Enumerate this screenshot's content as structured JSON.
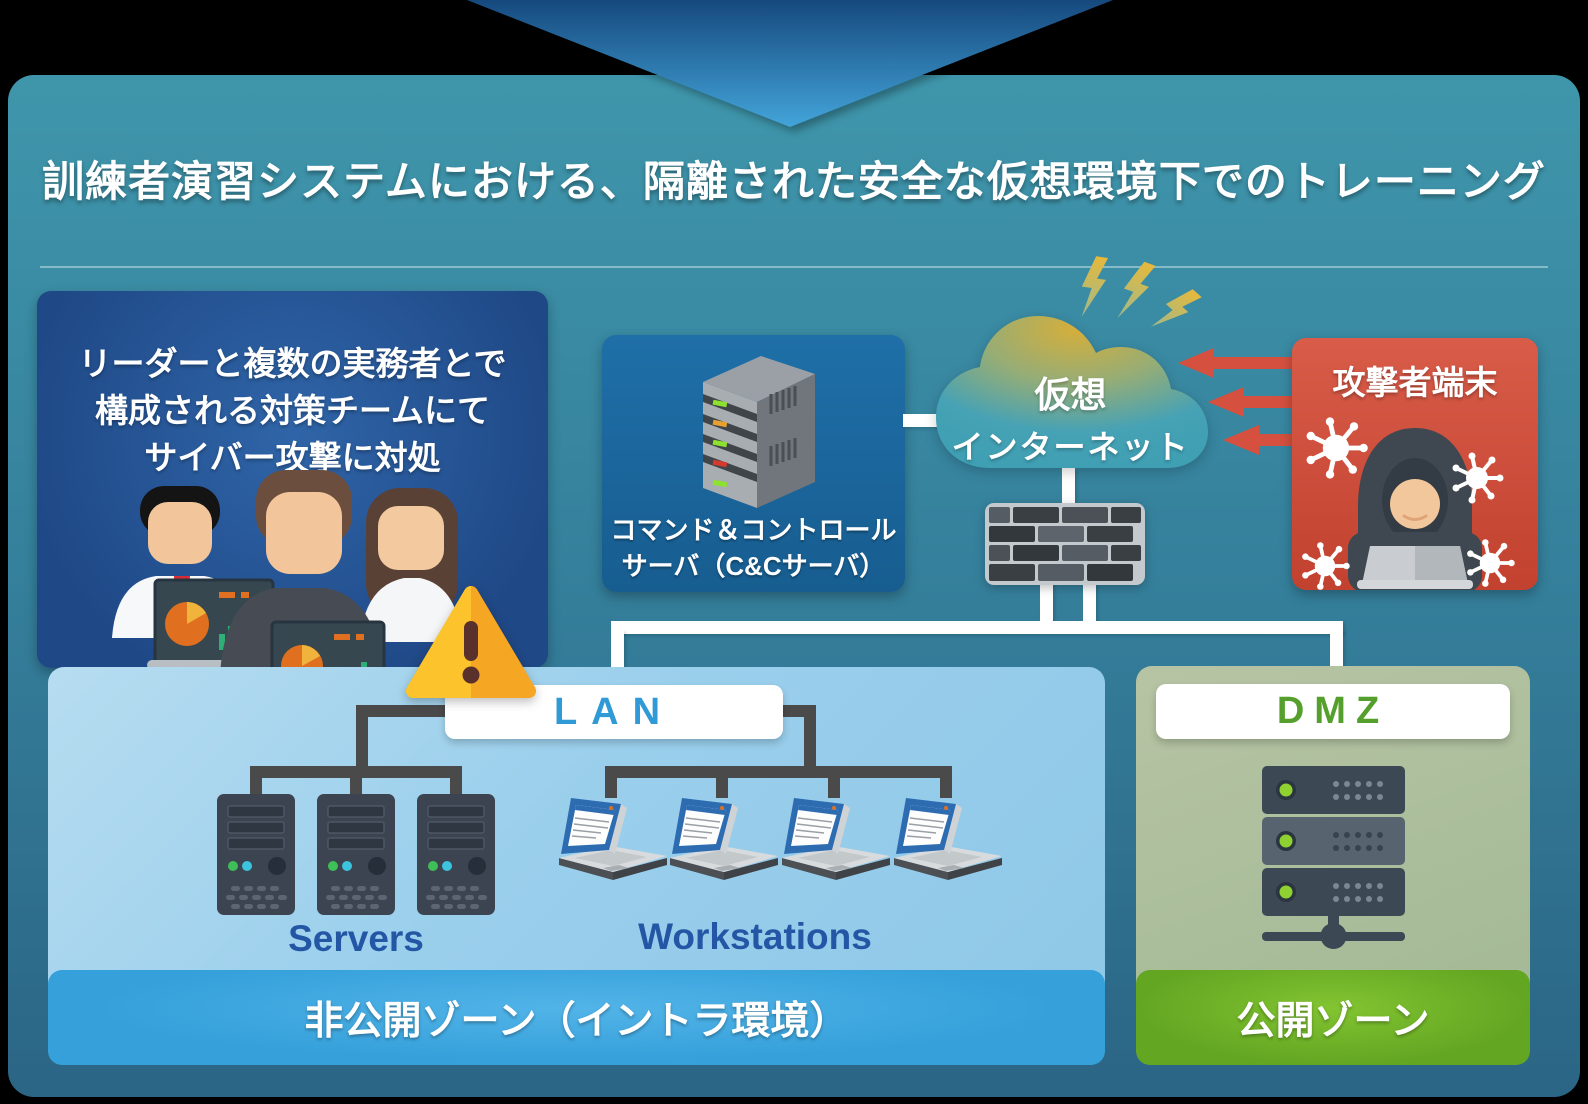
{
  "title": "訓練者演習システムにおける、隔離された安全な仮想環境下でのトレーニング",
  "team_box": {
    "lines": [
      "リーダーと複数の実務者とで",
      "構成される対策チームにて",
      "サイバー攻撃に対処"
    ]
  },
  "cnc_box": {
    "line1": "コマンド＆コントロール",
    "line2": "サーバ（C&Cサーバ）"
  },
  "cloud": {
    "line1": "仮想",
    "line2": "インターネット"
  },
  "attacker": {
    "title": "攻撃者端末"
  },
  "lan": {
    "label": "LAN",
    "servers_caption": "Servers",
    "workstations_caption": "Workstations",
    "zone_caption": "非公開ゾーン（イントラ環境）"
  },
  "dmz": {
    "label": "DMZ",
    "zone_caption": "公開ゾーン"
  },
  "icons": {
    "down_arrow": "big-down-arrow-icon",
    "team": "team-members-icon",
    "dashboard_laptop": "dashboard-laptop-icon",
    "warning": "warning-triangle-icon",
    "cnc_server": "server-tower-icon",
    "cloud": "cloud-icon",
    "lightning": "lightning-icon",
    "firewall": "brick-wall-firewall-icon",
    "attack_arrow": "attack-arrow-icon",
    "hacker": "hooded-hacker-icon",
    "virus": "malware-virus-icon",
    "lan_server": "tower-server-icon",
    "workstation": "laptop-icon",
    "dmz_rack": "rack-server-icon"
  },
  "colors": {
    "panel_teal_top": "#3f96ab",
    "panel_teal_bottom": "#2b6585",
    "team_box_blue": "#24509a",
    "cnc_box_blue": "#1d6aa3",
    "attacker_red": "#cc4a38",
    "cloud_gold": "#d6ae3a",
    "cloud_teal": "#3f9fb3",
    "attack_arrow_red": "#d5503e",
    "lan_zone_blue": "#9acfec",
    "lan_text_blue": "#2f9ad6",
    "private_bar_blue": "#35a0da",
    "dmz_zone_green": "#a9bd9a",
    "dmz_text_green": "#55a02c",
    "public_bar_green": "#63a622",
    "caption_blue": "#2456a6",
    "warning_yellow": "#fcc32d",
    "warning_orange": "#f5a623",
    "connector_white": "#ffffff",
    "connector_dark": "#4a4a4a"
  }
}
